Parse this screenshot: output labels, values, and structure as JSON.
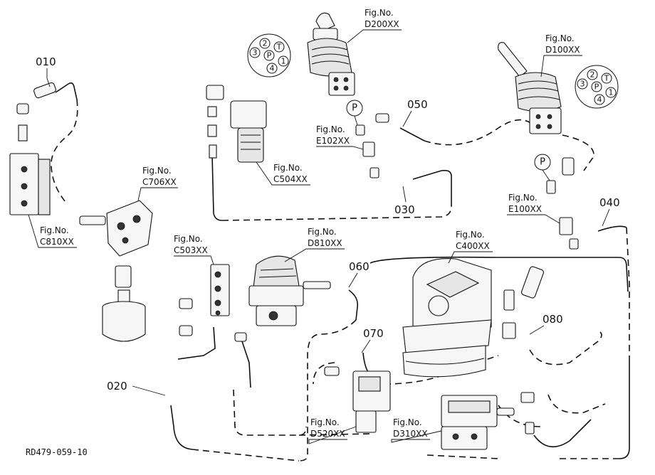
{
  "callouts": [
    {
      "id": "010",
      "text": "010"
    },
    {
      "id": "020",
      "text": "020"
    },
    {
      "id": "030",
      "text": "030"
    },
    {
      "id": "040",
      "text": "040"
    },
    {
      "id": "050",
      "text": "050"
    },
    {
      "id": "060",
      "text": "060"
    },
    {
      "id": "070",
      "text": "070"
    },
    {
      "id": "080",
      "text": "080"
    }
  ],
  "figures": [
    {
      "id": "d200",
      "line1": "Fig.No.",
      "line2": "D200XX"
    },
    {
      "id": "d100",
      "line1": "Fig.No.",
      "line2": "D100XX"
    },
    {
      "id": "c706",
      "line1": "Fig.No.",
      "line2": "C706XX"
    },
    {
      "id": "c504",
      "line1": "Fig.No.",
      "line2": "C504XX"
    },
    {
      "id": "e102",
      "line1": "Fig.No.",
      "line2": "E102XX"
    },
    {
      "id": "e100",
      "line1": "Fig.No.",
      "line2": "E100XX"
    },
    {
      "id": "c810",
      "line1": "Fig.No.",
      "line2": "C810XX"
    },
    {
      "id": "c503",
      "line1": "Fig.No.",
      "line2": "C503XX"
    },
    {
      "id": "d810",
      "line1": "Fig.No.",
      "line2": "D810XX"
    },
    {
      "id": "c400",
      "line1": "Fig.No.",
      "line2": "C400XX"
    },
    {
      "id": "d520",
      "line1": "Fig.No.",
      "line2": "D520XX"
    },
    {
      "id": "d310",
      "line1": "Fig.No.",
      "line2": "D310XX"
    }
  ],
  "port_diagrams": [
    {
      "id": "left",
      "pins": [
        "2",
        "T",
        "3",
        "P",
        "1",
        "4"
      ]
    },
    {
      "id": "right",
      "pins": [
        "2",
        "T",
        "3",
        "P",
        "1",
        "4"
      ]
    }
  ],
  "port_markers": [
    {
      "id": "p-left",
      "text": "P"
    },
    {
      "id": "p-right",
      "text": "P"
    }
  ],
  "drawing_code": "RD479-059-10"
}
